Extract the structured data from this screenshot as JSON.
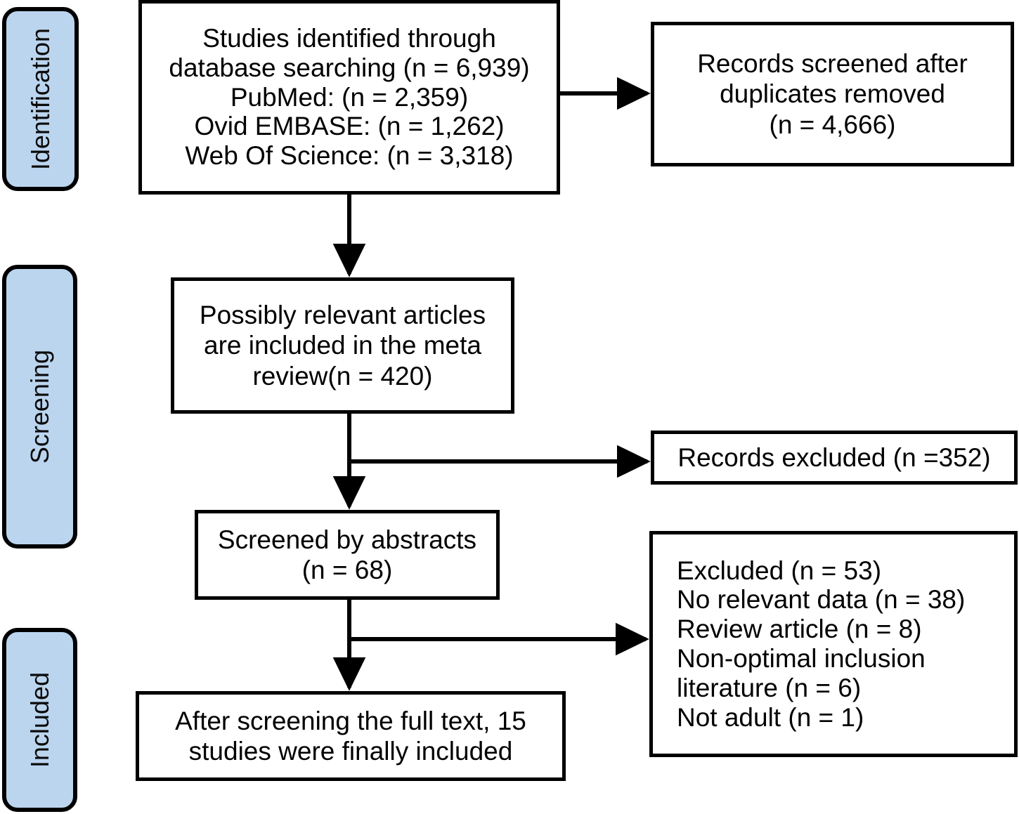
{
  "diagram": {
    "kind": "PRISMA flow diagram",
    "colors": {
      "stage_fill": "#bcd5ef",
      "stage_border": "#000000",
      "box_fill": "#ffffff",
      "box_border": "#000000",
      "text": "#000000"
    },
    "stages": [
      {
        "id": "identification",
        "label": "Identification"
      },
      {
        "id": "screening",
        "label": "Screening"
      },
      {
        "id": "included",
        "label": "Included"
      }
    ],
    "boxes": {
      "identified": {
        "id": "studies-identified",
        "lines": [
          "Studies identified through",
          "database searching (n = 6,939)",
          "PubMed: (n = 2,359)",
          "Ovid EMBASE: (n = 1,262)",
          "Web Of Science: (n = 3,318)"
        ]
      },
      "screened_after_duplicates": {
        "id": "records-screened-after-duplicates",
        "lines": [
          "Records screened after",
          "duplicates removed",
          "(n = 4,666)"
        ]
      },
      "possibly_relevant": {
        "id": "possibly-relevant-articles",
        "lines": [
          "Possibly relevant articles",
          "are included in the meta",
          "review(n = 420)"
        ]
      },
      "records_excluded": {
        "id": "records-excluded",
        "lines": [
          "Records excluded (n =352)"
        ]
      },
      "screened_by_abstracts": {
        "id": "screened-by-abstracts",
        "lines": [
          "Screened by abstracts",
          "(n = 68)"
        ]
      },
      "excluded_reasons": {
        "id": "excluded-reasons",
        "lines": [
          "Excluded (n = 53)",
          "No relevant data (n = 38)",
          "Review article (n = 8)",
          "Non-optimal inclusion",
          "literature (n = 6)",
          "Not adult (n = 1)"
        ]
      },
      "final_included": {
        "id": "final-included-studies",
        "lines": [
          "After screening the full text, 15",
          "studies were finally included"
        ]
      }
    },
    "connectors": [
      {
        "id": "identified-to-possibly-relevant",
        "type": "arrow-down"
      },
      {
        "id": "identified-to-records-screened",
        "type": "arrow-right"
      },
      {
        "id": "possibly-relevant-to-abstracts",
        "type": "arrow-down"
      },
      {
        "id": "possibly-relevant-to-records-excluded",
        "type": "arrow-right-branch"
      },
      {
        "id": "abstracts-to-final-included",
        "type": "arrow-down"
      },
      {
        "id": "abstracts-to-excluded-reasons",
        "type": "arrow-right-branch"
      }
    ]
  }
}
